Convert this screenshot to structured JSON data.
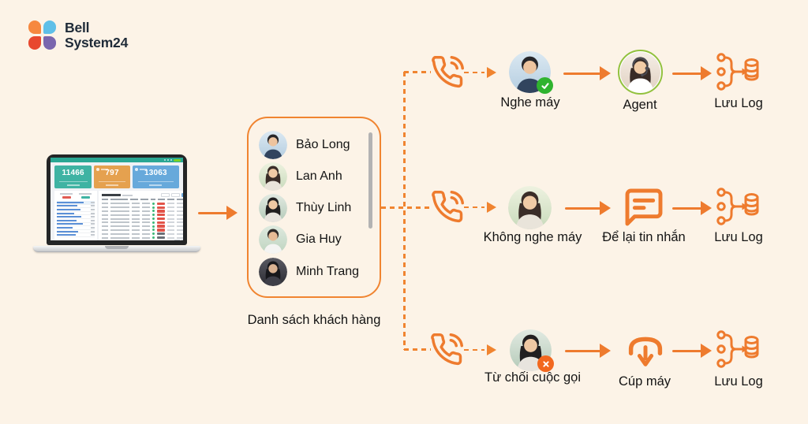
{
  "colors": {
    "background": "#FCF3E7",
    "accent_orange": "#EE7B2E",
    "check_green": "#2FB32F",
    "cross_orange": "#F2681F",
    "agent_ring_green": "#92C13E"
  },
  "logo": {
    "line1": "Bell",
    "line2": "System24"
  },
  "laptop_dashboard": {
    "stats": [
      {
        "value": "11466",
        "color": "#3FB3A3"
      },
      {
        "value": "797",
        "color": "#E5A14F"
      },
      {
        "value": "13063",
        "color": "#67A9DB"
      }
    ]
  },
  "customer_list": {
    "caption": "Danh sách khách hàng",
    "customers": [
      {
        "name": "Bảo Long"
      },
      {
        "name": "Lan Anh"
      },
      {
        "name": "Thùy Linh"
      },
      {
        "name": "Gia Huy"
      },
      {
        "name": "Minh Trang"
      }
    ]
  },
  "flows": [
    {
      "outcome_label": "Nghe máy",
      "outcome_badge": "check-green",
      "action_label": "Agent",
      "log_label": "Lưu Log"
    },
    {
      "outcome_label": "Không nghe máy",
      "outcome_badge": "",
      "action_label": "Để lại tin nhắn",
      "log_label": "Lưu Log"
    },
    {
      "outcome_label": "Từ chối cuộc gọi",
      "outcome_badge": "cross-orange",
      "action_label": "Cúp máy",
      "log_label": "Lưu Log"
    }
  ]
}
